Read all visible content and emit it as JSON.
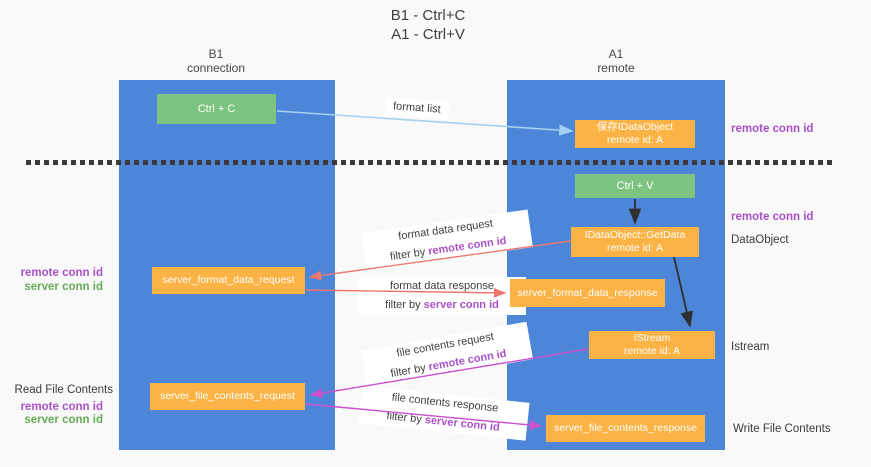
{
  "title": {
    "line1": "B1 - Ctrl+C",
    "line2": "A1 - Ctrl+V"
  },
  "lanes": {
    "left": {
      "name": "B1",
      "role": "connection"
    },
    "right": {
      "name": "A1",
      "role": "remote"
    }
  },
  "boxes": {
    "ctrl_c": "Ctrl + C",
    "ctrl_v": "Ctrl + V",
    "saved_dataobject": {
      "line1": "保存IDataObject",
      "line2": "remote id: A"
    },
    "getdata": {
      "line1": "IDataObject::GetData",
      "line2": "remote id: A"
    },
    "istream": {
      "line1": "IStream",
      "line2": "remote id: A"
    },
    "format_request": "server_format_data_request",
    "format_response": "server_format_data_response",
    "file_request": "server_file_contents_request",
    "file_response": "server_file_contents_response"
  },
  "arrow_labels": {
    "format_list": "format list",
    "format_data_request": {
      "line1": "format data request",
      "filter_prefix": "filter by ",
      "filter_key": "remote conn id"
    },
    "format_data_response": {
      "line1": "format data response",
      "filter_prefix": "filter by ",
      "filter_key": "server conn id"
    },
    "file_contents_request": {
      "line1": "file contents request",
      "filter_prefix": "filter by ",
      "filter_key": "remote conn id"
    },
    "file_contents_response": {
      "line1": "file contents response",
      "filter_prefix": "filter by ",
      "filter_key": "server conn id"
    }
  },
  "side_labels": {
    "right_conn_top": "remote conn id",
    "right_conn_mid": "remote conn id",
    "dataobject": "DataObject",
    "istream": "Istream",
    "write_file": "Write File Contents",
    "left_remote_top": "remote conn id",
    "left_server_top": "server conn id",
    "read_file": "Read File Contents",
    "left_remote_bottom": "remote conn id",
    "left_server_bottom": "server conn id"
  },
  "colors": {
    "lane_blue": "#4d86d8",
    "box_orange": "#fcb345",
    "box_green": "#7cc47f",
    "purple": "#ab51c8",
    "text_green": "#65aa54",
    "arrow_red": "#ee7772",
    "arrow_magenta": "#cb52cc",
    "arrow_blue": "#a5d2f0",
    "ink": "#3b3b3b"
  }
}
